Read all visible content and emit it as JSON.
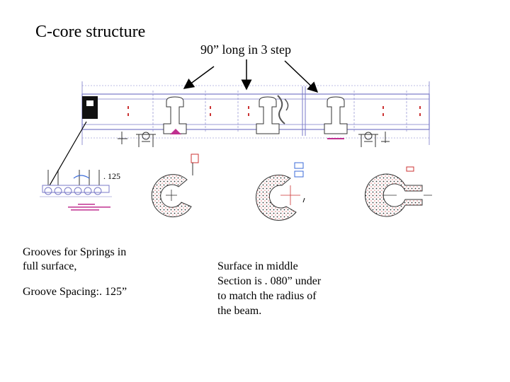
{
  "title": "C-core structure",
  "subtitle": "90” long in 3 step",
  "left_note": {
    "line1": "Grooves for Springs in",
    "line2": "full surface,",
    "line3": "Groove  Spacing:. 125”"
  },
  "right_note": {
    "line1": "Surface in middle",
    "line2": "Section is . 080” under",
    "line3": "to match the radius of",
    "line4": "the beam."
  },
  "dimension_label": ". 125",
  "colors": {
    "outline": "#000000",
    "drawing_line": "#7a7ac8",
    "hatch_red": "#cc3333",
    "accent_magenta": "#c03090"
  }
}
